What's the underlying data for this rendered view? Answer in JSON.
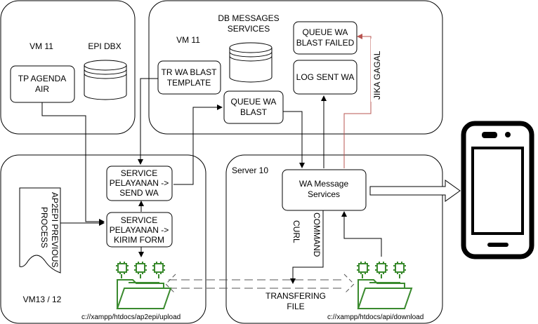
{
  "containers": {
    "vm11_left": {
      "title": "VM 11",
      "db_label": "EPI DBX"
    },
    "vm11_right": {
      "title": "VM 11",
      "db_title_line1": "DB MESSAGES",
      "db_title_line2": "SERVICES"
    },
    "vm13": {
      "title": "VM13 / 12",
      "path": "c://xampp/htdocs/ap2epi/upload"
    },
    "server10": {
      "title": "Server 10",
      "path": "c://xampp/htdocs/api/download"
    }
  },
  "nodes": {
    "tp_agenda": {
      "line1": "TP AGENDA",
      "line2": "AIR"
    },
    "tr_template": {
      "line1": "TR WA BLAST",
      "line2": "TEMPLATE"
    },
    "queue_failed": {
      "line1": "QUEUE WA",
      "line2": "BLAST FAILED"
    },
    "log_sent": {
      "line1": "LOG SENT WA"
    },
    "queue_blast": {
      "line1": "QUEUE WA",
      "line2": "BLAST"
    },
    "send_wa": {
      "line1": "SERVICE",
      "line2": "PELAYANAN ->",
      "line3": "SEND WA"
    },
    "kirim_form": {
      "line1": "SERVICE",
      "line2": "PELAYANAN ->",
      "line3": "KIRIM FORM"
    },
    "ap2epi_doc": {
      "line1": "AP2EPI PREVIOUS",
      "line2": "PROCESS"
    },
    "wa_services": {
      "line1": "WA Message",
      "line2": "Services"
    }
  },
  "edge_labels": {
    "jika_gagal": "JIKA GAGAL",
    "curl_line1": "CURL",
    "curl_line2": "COMMAND",
    "transfer_line1": "TRANSFERING",
    "transfer_line2": "FILE"
  },
  "colors": {
    "failure_edge": "#b85450",
    "folder_green": "#3a8a2e",
    "stroke": "#000000"
  },
  "icons": {
    "folder_left": "folder-chip-icon",
    "folder_right": "folder-chip-icon",
    "phone": "smartphone-icon"
  }
}
